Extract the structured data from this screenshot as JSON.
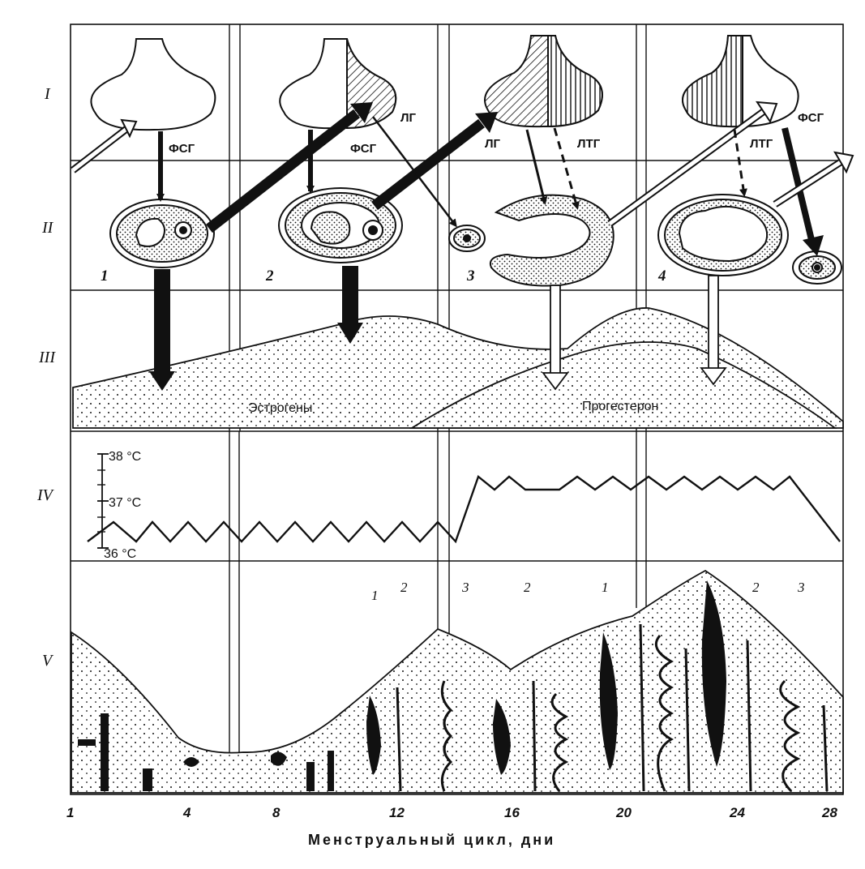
{
  "row_labels": [
    "I",
    "II",
    "III",
    "IV",
    "V"
  ],
  "hormones": {
    "fsh_1": "ФСГ",
    "fsh_2": "ФСГ",
    "lh_top": "ЛГ",
    "lh_3": "ЛГ",
    "ltg_3": "ЛТГ",
    "ltg_4": "ЛТГ",
    "fsh_4": "ФСГ"
  },
  "stage_numbers": [
    "1",
    "2",
    "3",
    "4"
  ],
  "curves": {
    "estrogen": "Эстрогены",
    "progesterone": "Прогестерон"
  },
  "temperature": {
    "labels": [
      "38 °C",
      "37 °C",
      "36 °C"
    ]
  },
  "gland_numbers": [
    "1",
    "2",
    "3",
    "2",
    "1",
    "2",
    "3"
  ],
  "x_axis": {
    "ticks": [
      "1",
      "4",
      "8",
      "12",
      "16",
      "20",
      "24",
      "28"
    ],
    "title": "Менструальный цикл, дни"
  },
  "colors": {
    "ink": "#111111",
    "paper": "#ffffff"
  }
}
